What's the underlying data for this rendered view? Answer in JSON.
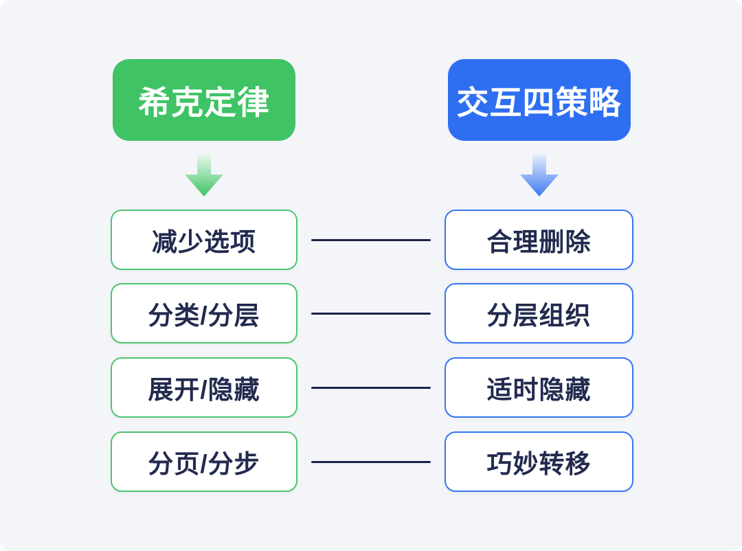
{
  "diagram": {
    "left": {
      "header": "希克定律",
      "items": [
        "减少选项",
        "分类/分层",
        "展开/隐藏",
        "分页/分步"
      ]
    },
    "right": {
      "header": "交互四策略",
      "items": [
        "合理删除",
        "分层组织",
        "适时隐藏",
        "巧妙转移"
      ]
    },
    "colors": {
      "green": "#3fc364",
      "green_border": "#4cc56e",
      "blue": "#2e6ff2",
      "blue_border": "#3575f5",
      "text": "#222a4e",
      "line": "#1b2347",
      "panel_bg": "#f4f5f9"
    }
  }
}
